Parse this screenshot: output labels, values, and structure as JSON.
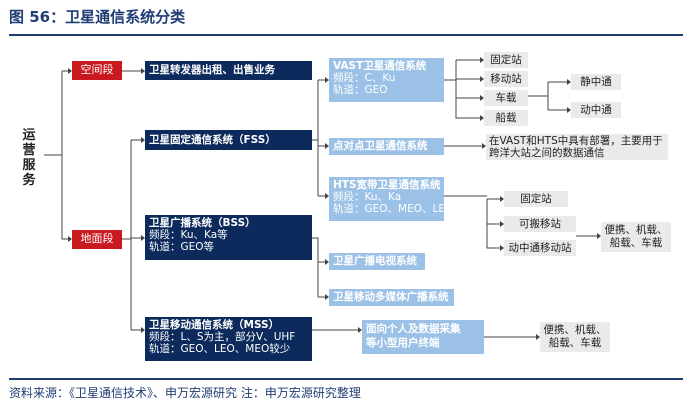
{
  "header": {
    "title": "图 56：卫星通信系统分类"
  },
  "footer": {
    "source": "资料来源：《卫星通信技术》、申万宏源研究 注：申万宏源研究整理"
  },
  "root": {
    "label": "运营服务"
  },
  "segments": {
    "space": "空间段",
    "ground": "地面段"
  },
  "space_service": "卫星转发器出租、出售业务",
  "fss": {
    "title": "卫星固定通信系统（FSS）"
  },
  "bss": {
    "title": "卫星广播系统（BSS）",
    "band": "频段：Ku、Ka等",
    "orbit": "轨道：GEO等"
  },
  "mss": {
    "title": "卫星移动通信系统（MSS）",
    "band": "频段：L、S为主，部分V、UHF",
    "orbit": "轨道：GEO、LEO、MEO较少"
  },
  "vast": {
    "title": "VAST卫星通信系统",
    "band": "频段：C、Ku",
    "orbit": "轨道：GEO"
  },
  "p2p": {
    "title": "点对点卫星通信系统"
  },
  "hts": {
    "title": "HTS宽带卫星通信系统",
    "band": "频段：Ku、Ka",
    "orbit": "轨道：GEO、MEO、LEO"
  },
  "tv": {
    "title": "卫星广播电视系统"
  },
  "mm": {
    "title": "卫星移动多媒体广播系统"
  },
  "personal": {
    "line1": "面向个人及数据采集",
    "line2": "等小型用户终端"
  },
  "vast_items": [
    "固定站",
    "移动站",
    "车载",
    "船载"
  ],
  "vast_mobile": [
    "静中通",
    "动中通"
  ],
  "p2p_note": {
    "line1": "在VAST和HTS中具有部署，主要用于",
    "line2": "跨洋大站之间的数据通信"
  },
  "hts_items": [
    "固定站",
    "可搬移站",
    "动中通移动站"
  ],
  "hts_terminals": {
    "line1": "便携、机载、",
    "line2": "船载、车载"
  },
  "mss_terminals": {
    "line1": "便携、机载、",
    "line2": "船载、车载"
  }
}
